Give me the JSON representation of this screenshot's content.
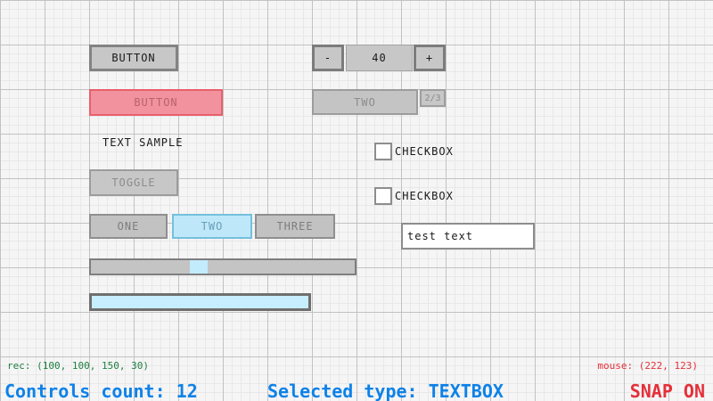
{
  "controls": {
    "button_default": {
      "label": "BUTTON"
    },
    "button_selected": {
      "label": "BUTTON",
      "selected_rect": "(100, 100, 150, 30)"
    },
    "text_sample": {
      "label": "TEXT SAMPLE"
    },
    "toggle": {
      "label": "TOGGLE"
    },
    "tabs": {
      "items": [
        {
          "label": "ONE",
          "active": false
        },
        {
          "label": "TWO",
          "active": true
        },
        {
          "label": "THREE",
          "active": false
        }
      ]
    },
    "slider": {
      "value_hint": "handle near left third"
    },
    "progressbar": {
      "state": "full"
    },
    "spinner": {
      "decrement_label": "-",
      "value": "40",
      "increment_label": "+"
    },
    "selector": {
      "value": "TWO",
      "page_indicator": "2/3"
    },
    "checkboxes": [
      {
        "label": "CHECKBOX",
        "checked": false
      },
      {
        "label": "CHECKBOX",
        "checked": false
      }
    ],
    "textbox": {
      "value": "test text"
    }
  },
  "status": {
    "rect_readout": "rec: (100, 100, 150, 30)",
    "controls_count": "Controls count: 12",
    "selected_type": "Selected type: TEXTBOX",
    "mouse_readout": "mouse: (222, 123)",
    "snap_indicator": "SNAP ON"
  },
  "colors": {
    "accent_blue_fill": "#bfe7fa",
    "accent_blue_border": "#74c0dc",
    "danger_fill": "#f1929e",
    "danger_border": "#e8606c",
    "status_green": "#1e8040",
    "status_blue": "#0d82e8",
    "status_red": "#e5303a",
    "control_gray": "#c7c7c7",
    "grid_major": "#c2c2c2",
    "grid_minor": "#e8e8e8"
  }
}
